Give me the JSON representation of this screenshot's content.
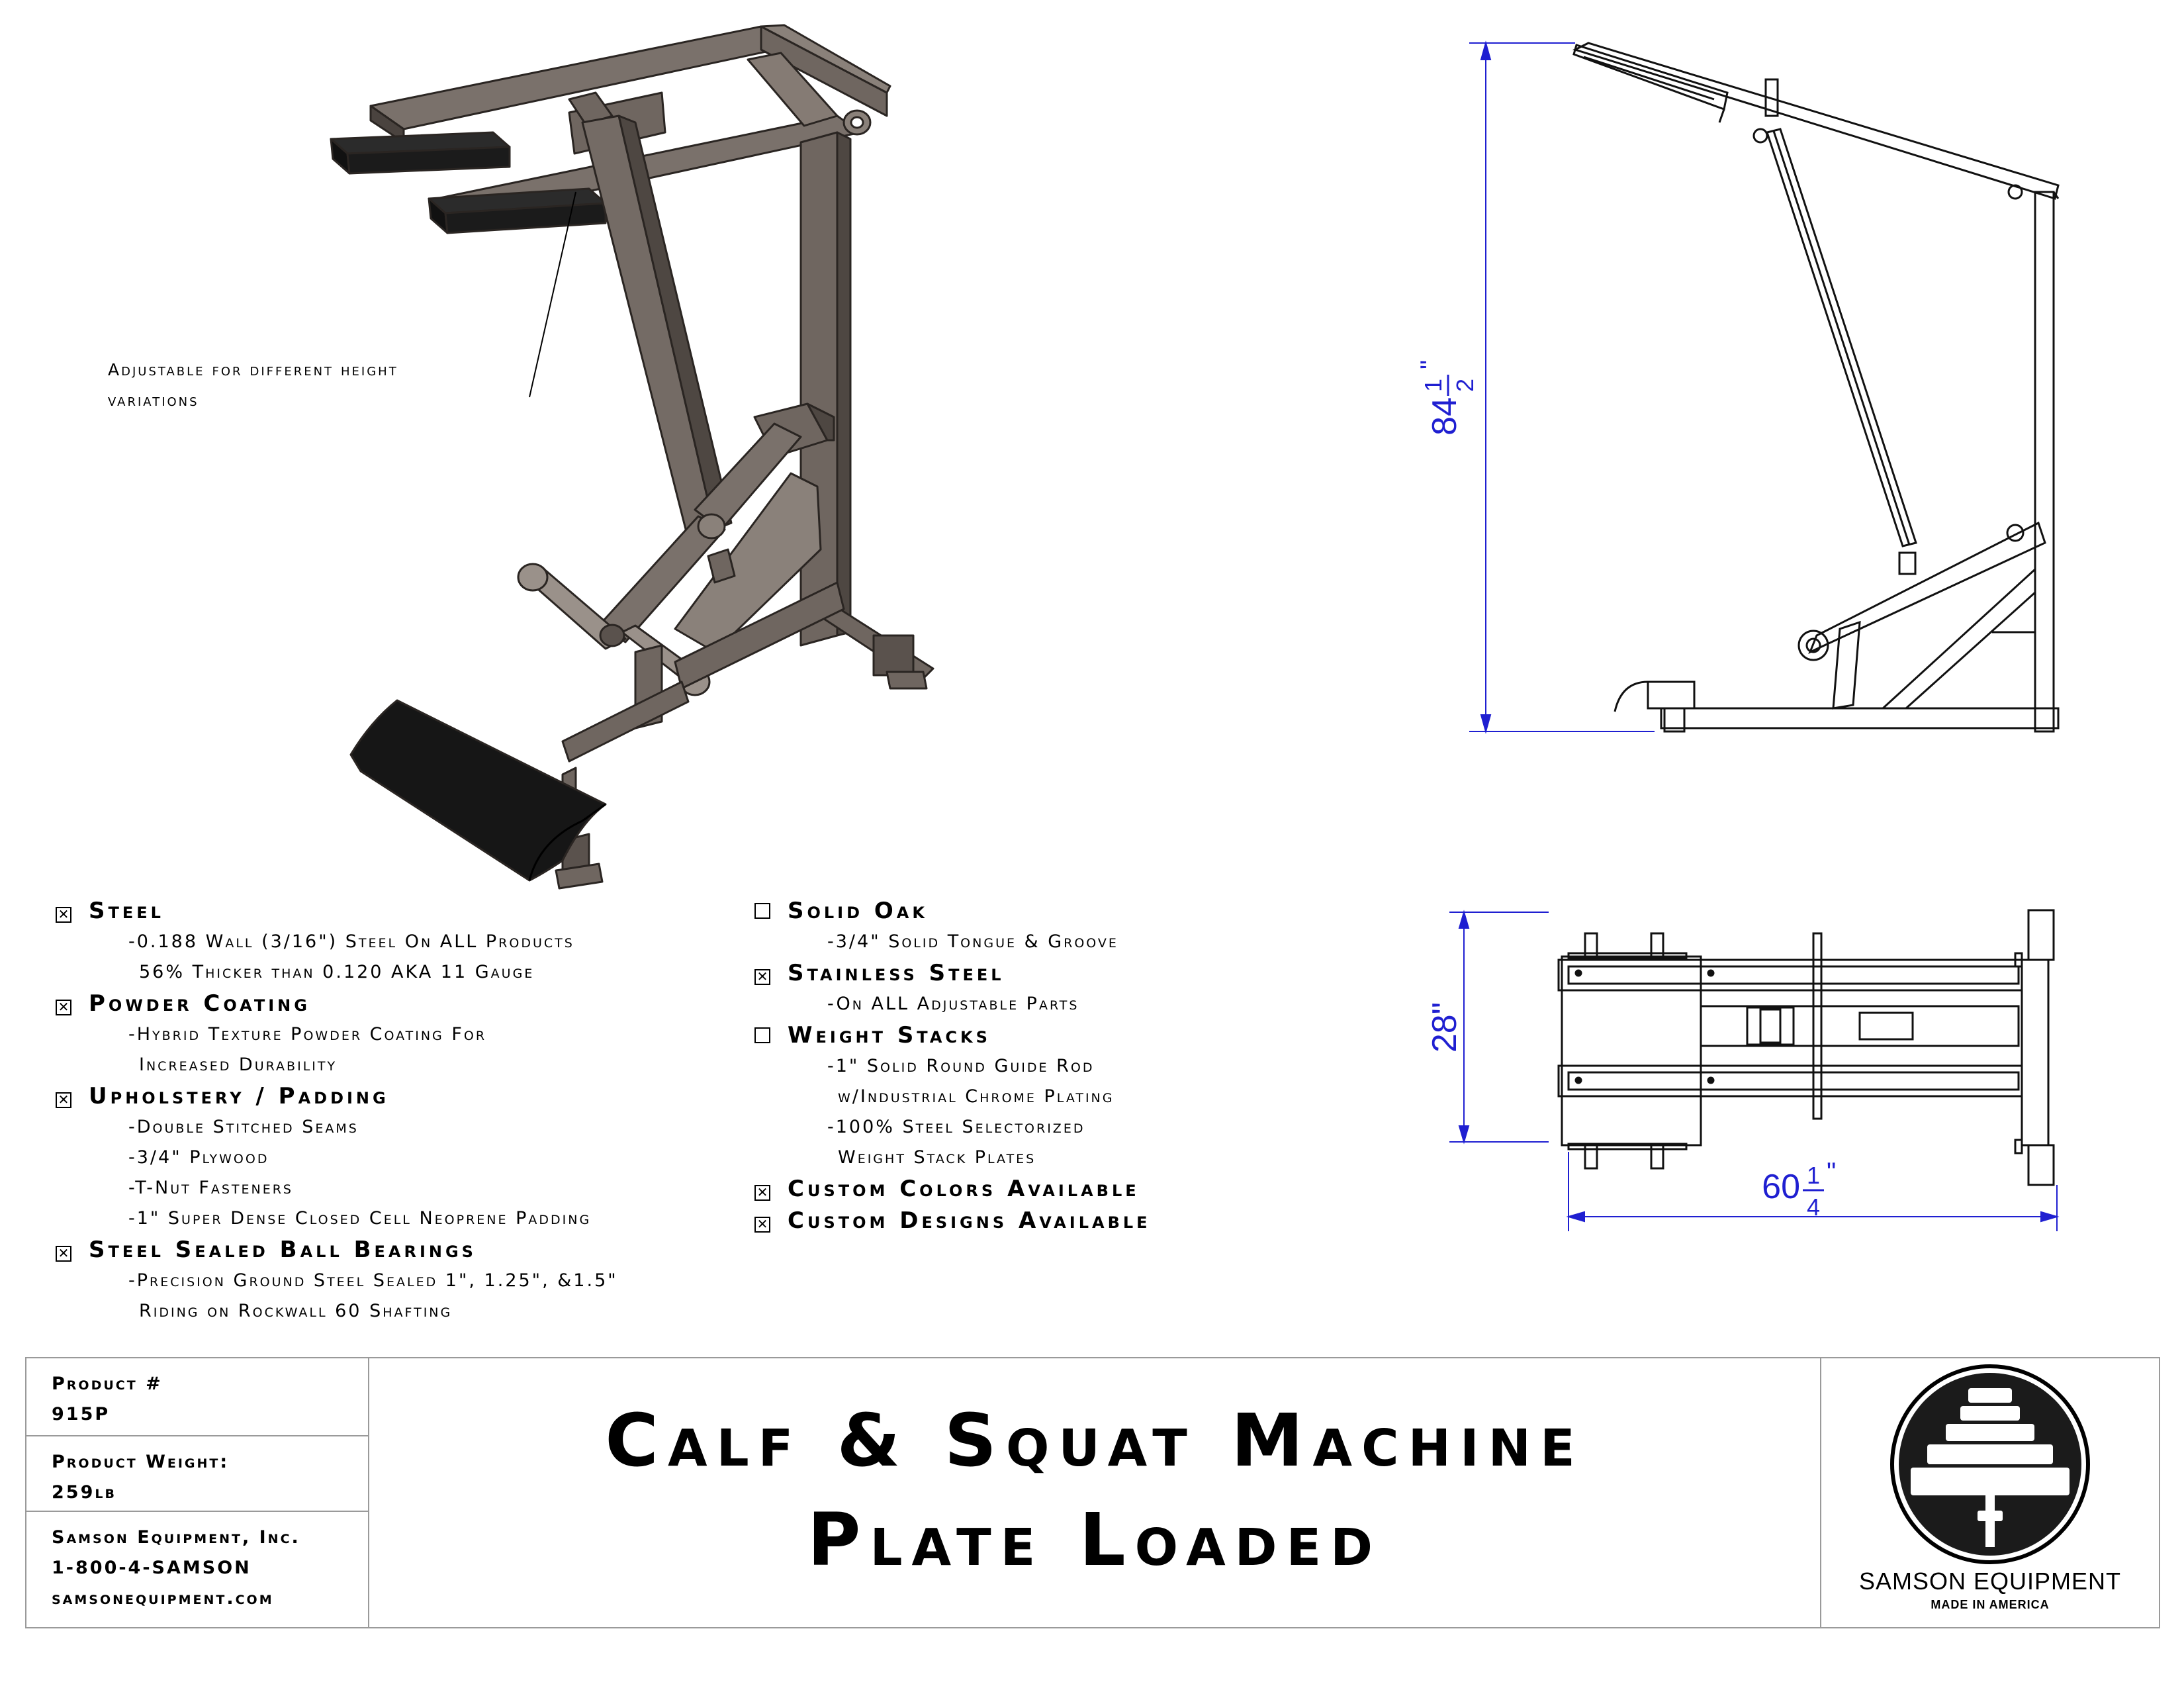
{
  "callout": {
    "line1": "Adjustable for different height",
    "line2": "variations"
  },
  "dimensions": {
    "height": {
      "whole": "84",
      "num": "1",
      "den": "2",
      "unit": "\""
    },
    "width": {
      "label": "28\""
    },
    "length": {
      "whole": "60",
      "num": "1",
      "den": "4",
      "unit": "\""
    }
  },
  "features_left": [
    {
      "checked": true,
      "title": "Steel",
      "lines": [
        "-0.188 Wall (3/16\") Steel On ALL Products",
        "56% Thicker than 0.120 AKA 11 Gauge"
      ]
    },
    {
      "checked": true,
      "title": "Powder Coating",
      "lines": [
        "-Hybrid Texture Powder Coating For",
        "Increased Durability"
      ]
    },
    {
      "checked": true,
      "title": "Upholstery / Padding",
      "lines": [
        "-Double Stitched Seams",
        "-3/4\" Plywood",
        "-T-Nut Fasteners",
        "-1\" Super Dense Closed Cell Neoprene Padding"
      ]
    },
    {
      "checked": true,
      "title": "Steel Sealed Ball Bearings",
      "lines": [
        "-Precision Ground Steel Sealed 1\", 1.25\", &1.5\"",
        "Riding on Rockwall 60 Shafting"
      ]
    }
  ],
  "features_right": [
    {
      "checked": false,
      "title": "Solid Oak",
      "lines": [
        "-3/4\" Solid Tongue & Groove"
      ]
    },
    {
      "checked": true,
      "title": "Stainless Steel",
      "lines": [
        "-On ALL Adjustable Parts"
      ]
    },
    {
      "checked": false,
      "title": "Weight Stacks",
      "lines": [
        "-1\" Solid Round Guide Rod",
        "w/Industrial Chrome Plating",
        "-100% Steel Selectorized",
        "Weight Stack Plates"
      ]
    },
    {
      "checked": true,
      "title": "Custom Colors Available",
      "lines": []
    },
    {
      "checked": true,
      "title": "Custom Designs Available",
      "lines": []
    }
  ],
  "title_block": {
    "product_label": "Product #",
    "product_number": "915P",
    "weight_label": "Product Weight:",
    "weight_value": "259lb",
    "company": "Samson Equipment, Inc.",
    "phone": "1-800-4-SAMSON",
    "website": "samsonequipment.com",
    "title_line1": "Calf & Squat Machine",
    "title_line2": "Plate Loaded",
    "logo_name": "SAMSON EQUIPMENT",
    "logo_tagline": "MADE IN AMERICA"
  },
  "colors": {
    "dimension": "#1f1fd1",
    "frame_fill": "#6f6660",
    "frame_dark": "#3c3632",
    "pad": "#1b1b1b"
  }
}
